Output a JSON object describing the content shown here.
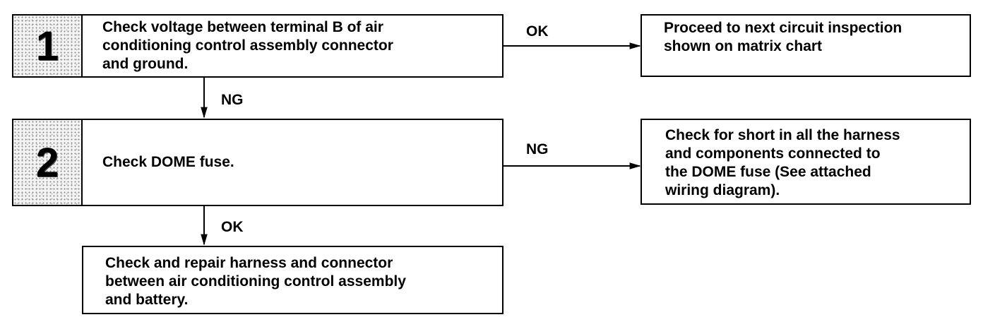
{
  "steps": [
    {
      "number": "1",
      "text": "Check voltage between terminal B of air\nconditioning control assembly connector\nand ground."
    },
    {
      "number": "2",
      "text": "Check DOME fuse."
    }
  ],
  "outcomes": {
    "step1_ok": "Proceed to next circuit inspection\nshown on matrix chart",
    "step2_ng": "Check for short in all the harness\nand components connected to\nthe DOME fuse (See attached\nwiring diagram).",
    "step2_ok": "Check and repair harness and connector\nbetween air conditioning control assembly\nand battery."
  },
  "labels": {
    "step1_right": "OK",
    "step1_down": "NG",
    "step2_right": "NG",
    "step2_down": "OK"
  }
}
